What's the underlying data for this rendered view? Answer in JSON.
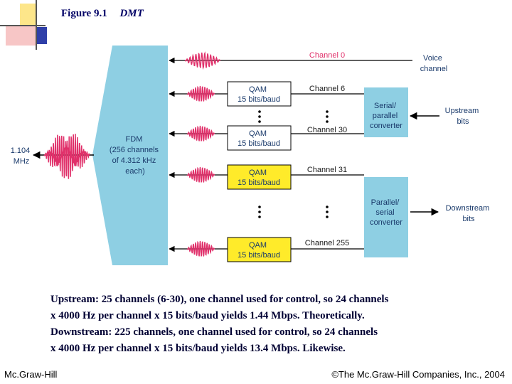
{
  "figure": {
    "number": "Figure 9.1",
    "name": "DMT"
  },
  "diagram": {
    "left_label": [
      "1.104",
      "MHz"
    ],
    "fdm_label": [
      "FDM",
      "(256 channels",
      "of 4.312 kHz",
      "each)"
    ],
    "qam_label": [
      "QAM",
      "15 bits/baud"
    ],
    "channels": [
      {
        "name": "Channel 0",
        "color": "#e0306a"
      },
      {
        "name": "Channel 6",
        "color": "#1a1a1a"
      },
      {
        "name": "Channel 30",
        "color": "#1a1a1a"
      },
      {
        "name": "Channel 31",
        "color": "#1a1a1a"
      },
      {
        "name": "Channel 255",
        "color": "#1a1a1a"
      }
    ],
    "serial_parallel": [
      "Serial/",
      "parallel",
      "converter"
    ],
    "parallel_serial": [
      "Parallel/",
      "serial",
      "converter"
    ],
    "voice": [
      "Voice",
      "channel"
    ],
    "upstream": [
      "Upstream",
      "bits"
    ],
    "downstream": [
      "Downstream",
      "bits"
    ],
    "colors": {
      "fdm_fill": "#8ecfe3",
      "qam_highlight": "#ffeb2a",
      "wave": "#e0306a",
      "label_text": "#1a3a6b"
    }
  },
  "caption": [
    "Upstream: 25 channels (6-30), one channel used for control, so 24 channels",
    "x 4000 Hz per channel x 15 bits/baud yields 1.44 Mbps. Theoretically.",
    "Downstream: 225 channels, one channel used for control, so 24 channels",
    "x 4000 Hz per channel x 15 bits/baud yields 13.4 Mbps.  Likewise."
  ],
  "footer": {
    "left": "Mc.Graw-Hill",
    "right": "©The Mc.Graw-Hill Companies, Inc., 2004"
  }
}
